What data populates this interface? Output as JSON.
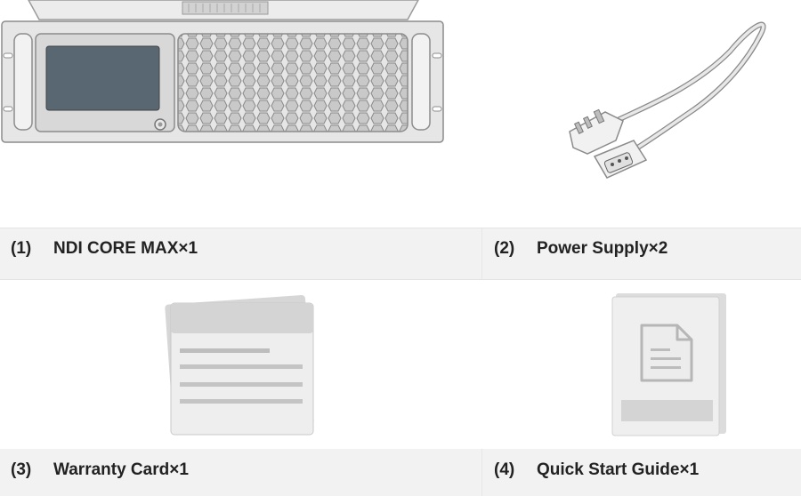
{
  "items": [
    {
      "num": "(1)",
      "name": "NDI CORE MAX×1",
      "icon": "rack-device-icon"
    },
    {
      "num": "(2)",
      "name": "Power Supply×2",
      "icon": "power-cord-icon"
    },
    {
      "num": "(3)",
      "name": "Warranty Card×1",
      "icon": "warranty-card-icon"
    },
    {
      "num": "(4)",
      "name": "Quick Start Guide×1",
      "icon": "guide-booklet-icon"
    }
  ],
  "colors": {
    "band": "#f2f2f2",
    "outline": "#8c8c8c",
    "panel": "#e2e2e2",
    "screen": "#596772",
    "text": "#222222"
  }
}
